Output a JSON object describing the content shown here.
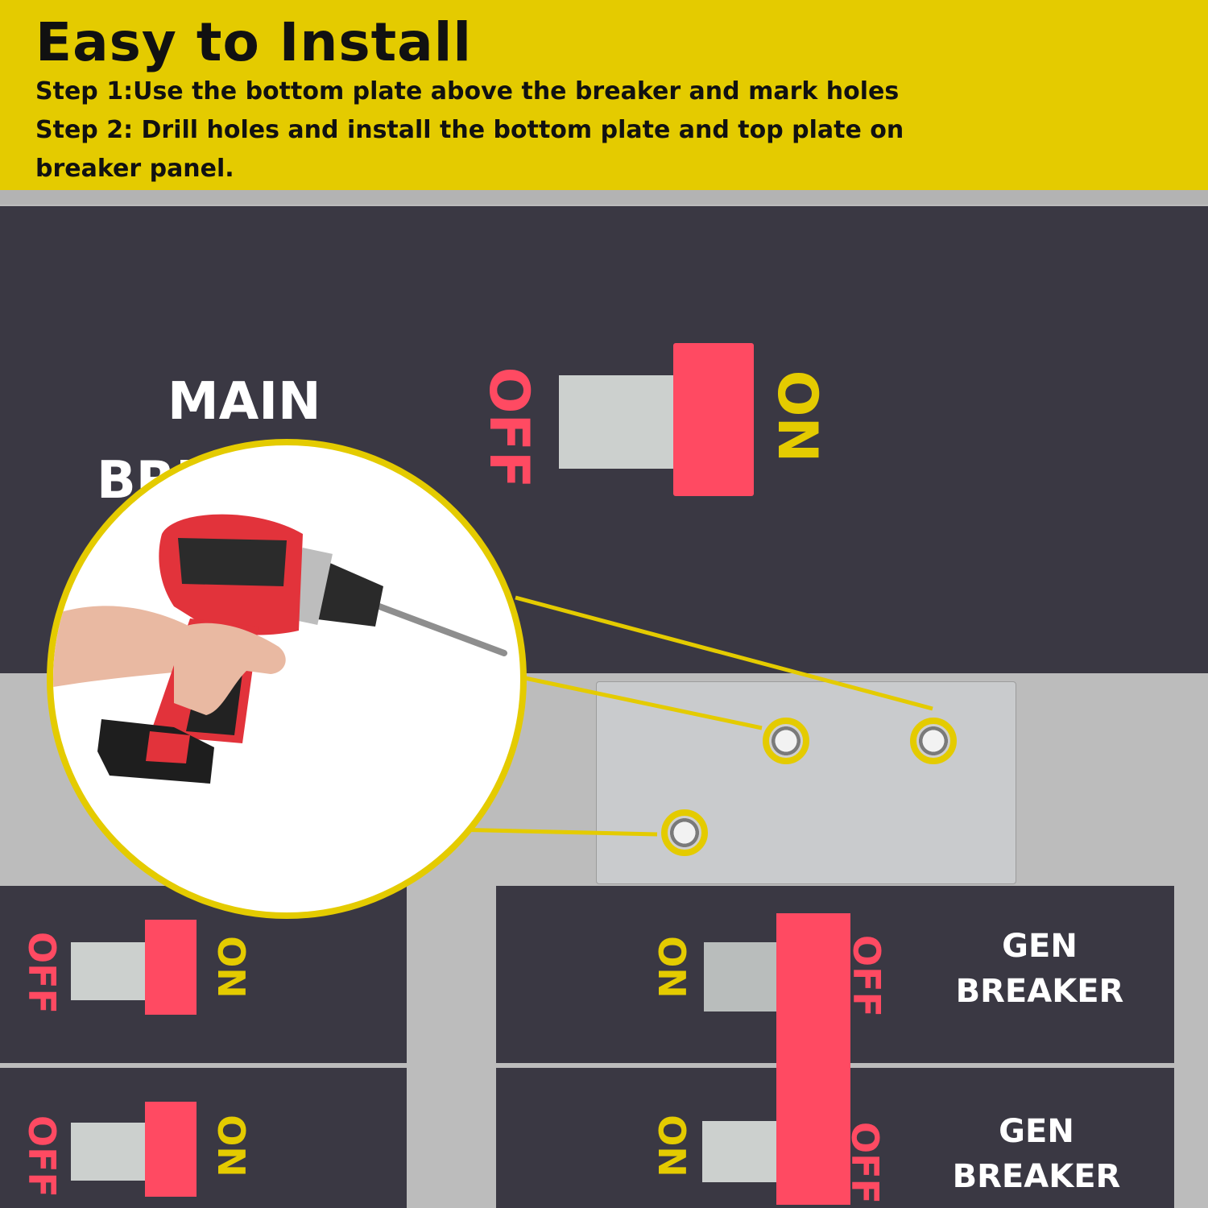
{
  "header": {
    "title": "Easy to Install",
    "step1": "Step 1:Use the bottom plate above the breaker and mark holes",
    "step2_line1": "Step 2: Drill holes and install the bottom plate and top plate on",
    "step2_line2": "breaker panel."
  },
  "main_breaker": {
    "label_line1": "MAIN",
    "label_line2": "BREAKER",
    "off": "OFF",
    "on": "ON"
  },
  "left_breakers": [
    {
      "off": "OFF",
      "on": "ON"
    },
    {
      "off": "OFF",
      "on": "ON"
    }
  ],
  "gen_breakers": [
    {
      "on": "ON",
      "off": "OFF",
      "label_line1": "GEN",
      "label_line2": "BREAKER"
    },
    {
      "on": "ON",
      "off": "OFF",
      "label_line1": "GEN",
      "label_line2": "BREAKER"
    }
  ],
  "colors": {
    "accent_yellow": "#e4cb00",
    "switch_red": "#ff4a62",
    "panel_dark": "#3a3843"
  },
  "icons": {
    "tool": "cordless-drill-icon",
    "hand": "hand-icon"
  }
}
